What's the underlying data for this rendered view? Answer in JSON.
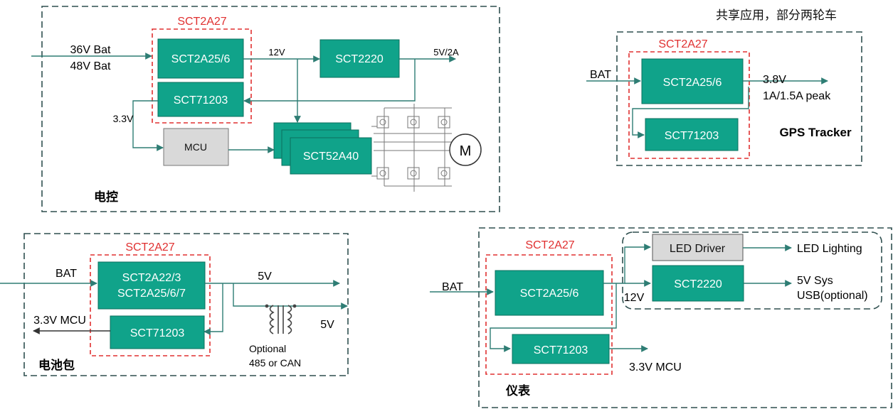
{
  "colors": {
    "block_fill": "#10A38A",
    "block_stroke": "#0B6F5E",
    "mcu_fill": "#D9D9D9",
    "frame": "#2F4F4F",
    "red_group": "#E03030",
    "line": "#2E7D74"
  },
  "header": {
    "title": "共享应用，部分两轮车"
  },
  "motor_control": {
    "label": "电控",
    "group_label": "SCT2A27",
    "input_line1": "36V Bat",
    "input_line2": "48V Bat",
    "buck": "SCT2A25/6",
    "ldo": "SCT71203",
    "v12": "12V",
    "converter": "SCT2220",
    "v5": "5V/2A",
    "v33": "3.3V",
    "mcu": "MCU",
    "driver": "SCT52A40",
    "motor": "M",
    "bridge_icon": "mosfet-bridge-icon"
  },
  "gps": {
    "label": "GPS Tracker",
    "group_label": "SCT2A27",
    "input": "BAT",
    "buck": "SCT2A25/6",
    "ldo": "SCT71203",
    "out_line1": "3.8V",
    "out_line2": "1A/1.5A peak"
  },
  "battery": {
    "label": "电池包",
    "group_label": "SCT2A27",
    "input": "BAT",
    "buck_line1": "SCT2A22/3",
    "buck_line2": "SCT2A25/6/7",
    "ldo": "SCT71203",
    "out_5v": "5V",
    "out_5v_iso": "5V",
    "out_mcu": "3.3V MCU",
    "opt_line1": "Optional",
    "opt_line2": "485 or CAN",
    "transformer_icon": "transformer-icon"
  },
  "instrument": {
    "label": "仪表",
    "group_label": "SCT2A27",
    "input": "BAT",
    "buck": "SCT2A25/6",
    "ldo": "SCT71203",
    "led_driver": "LED Driver",
    "converter": "SCT2220",
    "v12": "12V",
    "out_led": "LED Lighting",
    "out_sys_line1": "5V Sys",
    "out_sys_line2": "USB(optional)",
    "out_mcu": "3.3V MCU"
  }
}
